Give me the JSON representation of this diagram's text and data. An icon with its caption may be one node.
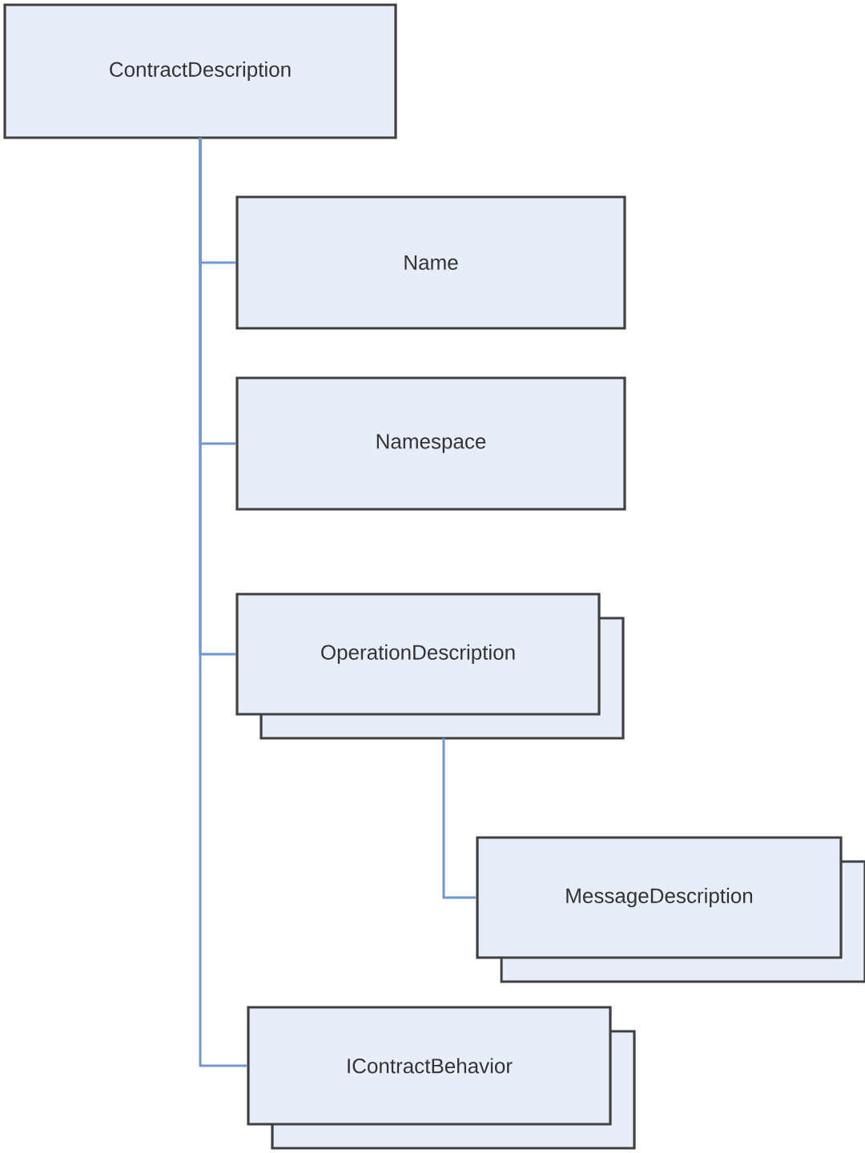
{
  "diagram": {
    "nodes": [
      {
        "text": [
          "ContractDescription"
        ]
      },
      {
        "text": [
          "Name"
        ]
      },
      {
        "text": [
          "Namespace"
        ]
      },
      {
        "text": [
          "OperationDescription"
        ]
      },
      {
        "text": [
          "MessageDescription"
        ]
      },
      {
        "text": [
          "IContractBehavior"
        ]
      }
    ],
    "edges": [
      {
        "from": 0,
        "to": 1,
        "arrow": "none"
      },
      {
        "from": 0,
        "to": 2,
        "arrow": "none"
      },
      {
        "from": 0,
        "to": 3,
        "arrow": "none"
      },
      {
        "from": 3,
        "to": 4,
        "arrow": "none"
      },
      {
        "from": 0,
        "to": 5,
        "arrow": "none"
      }
    ]
  }
}
